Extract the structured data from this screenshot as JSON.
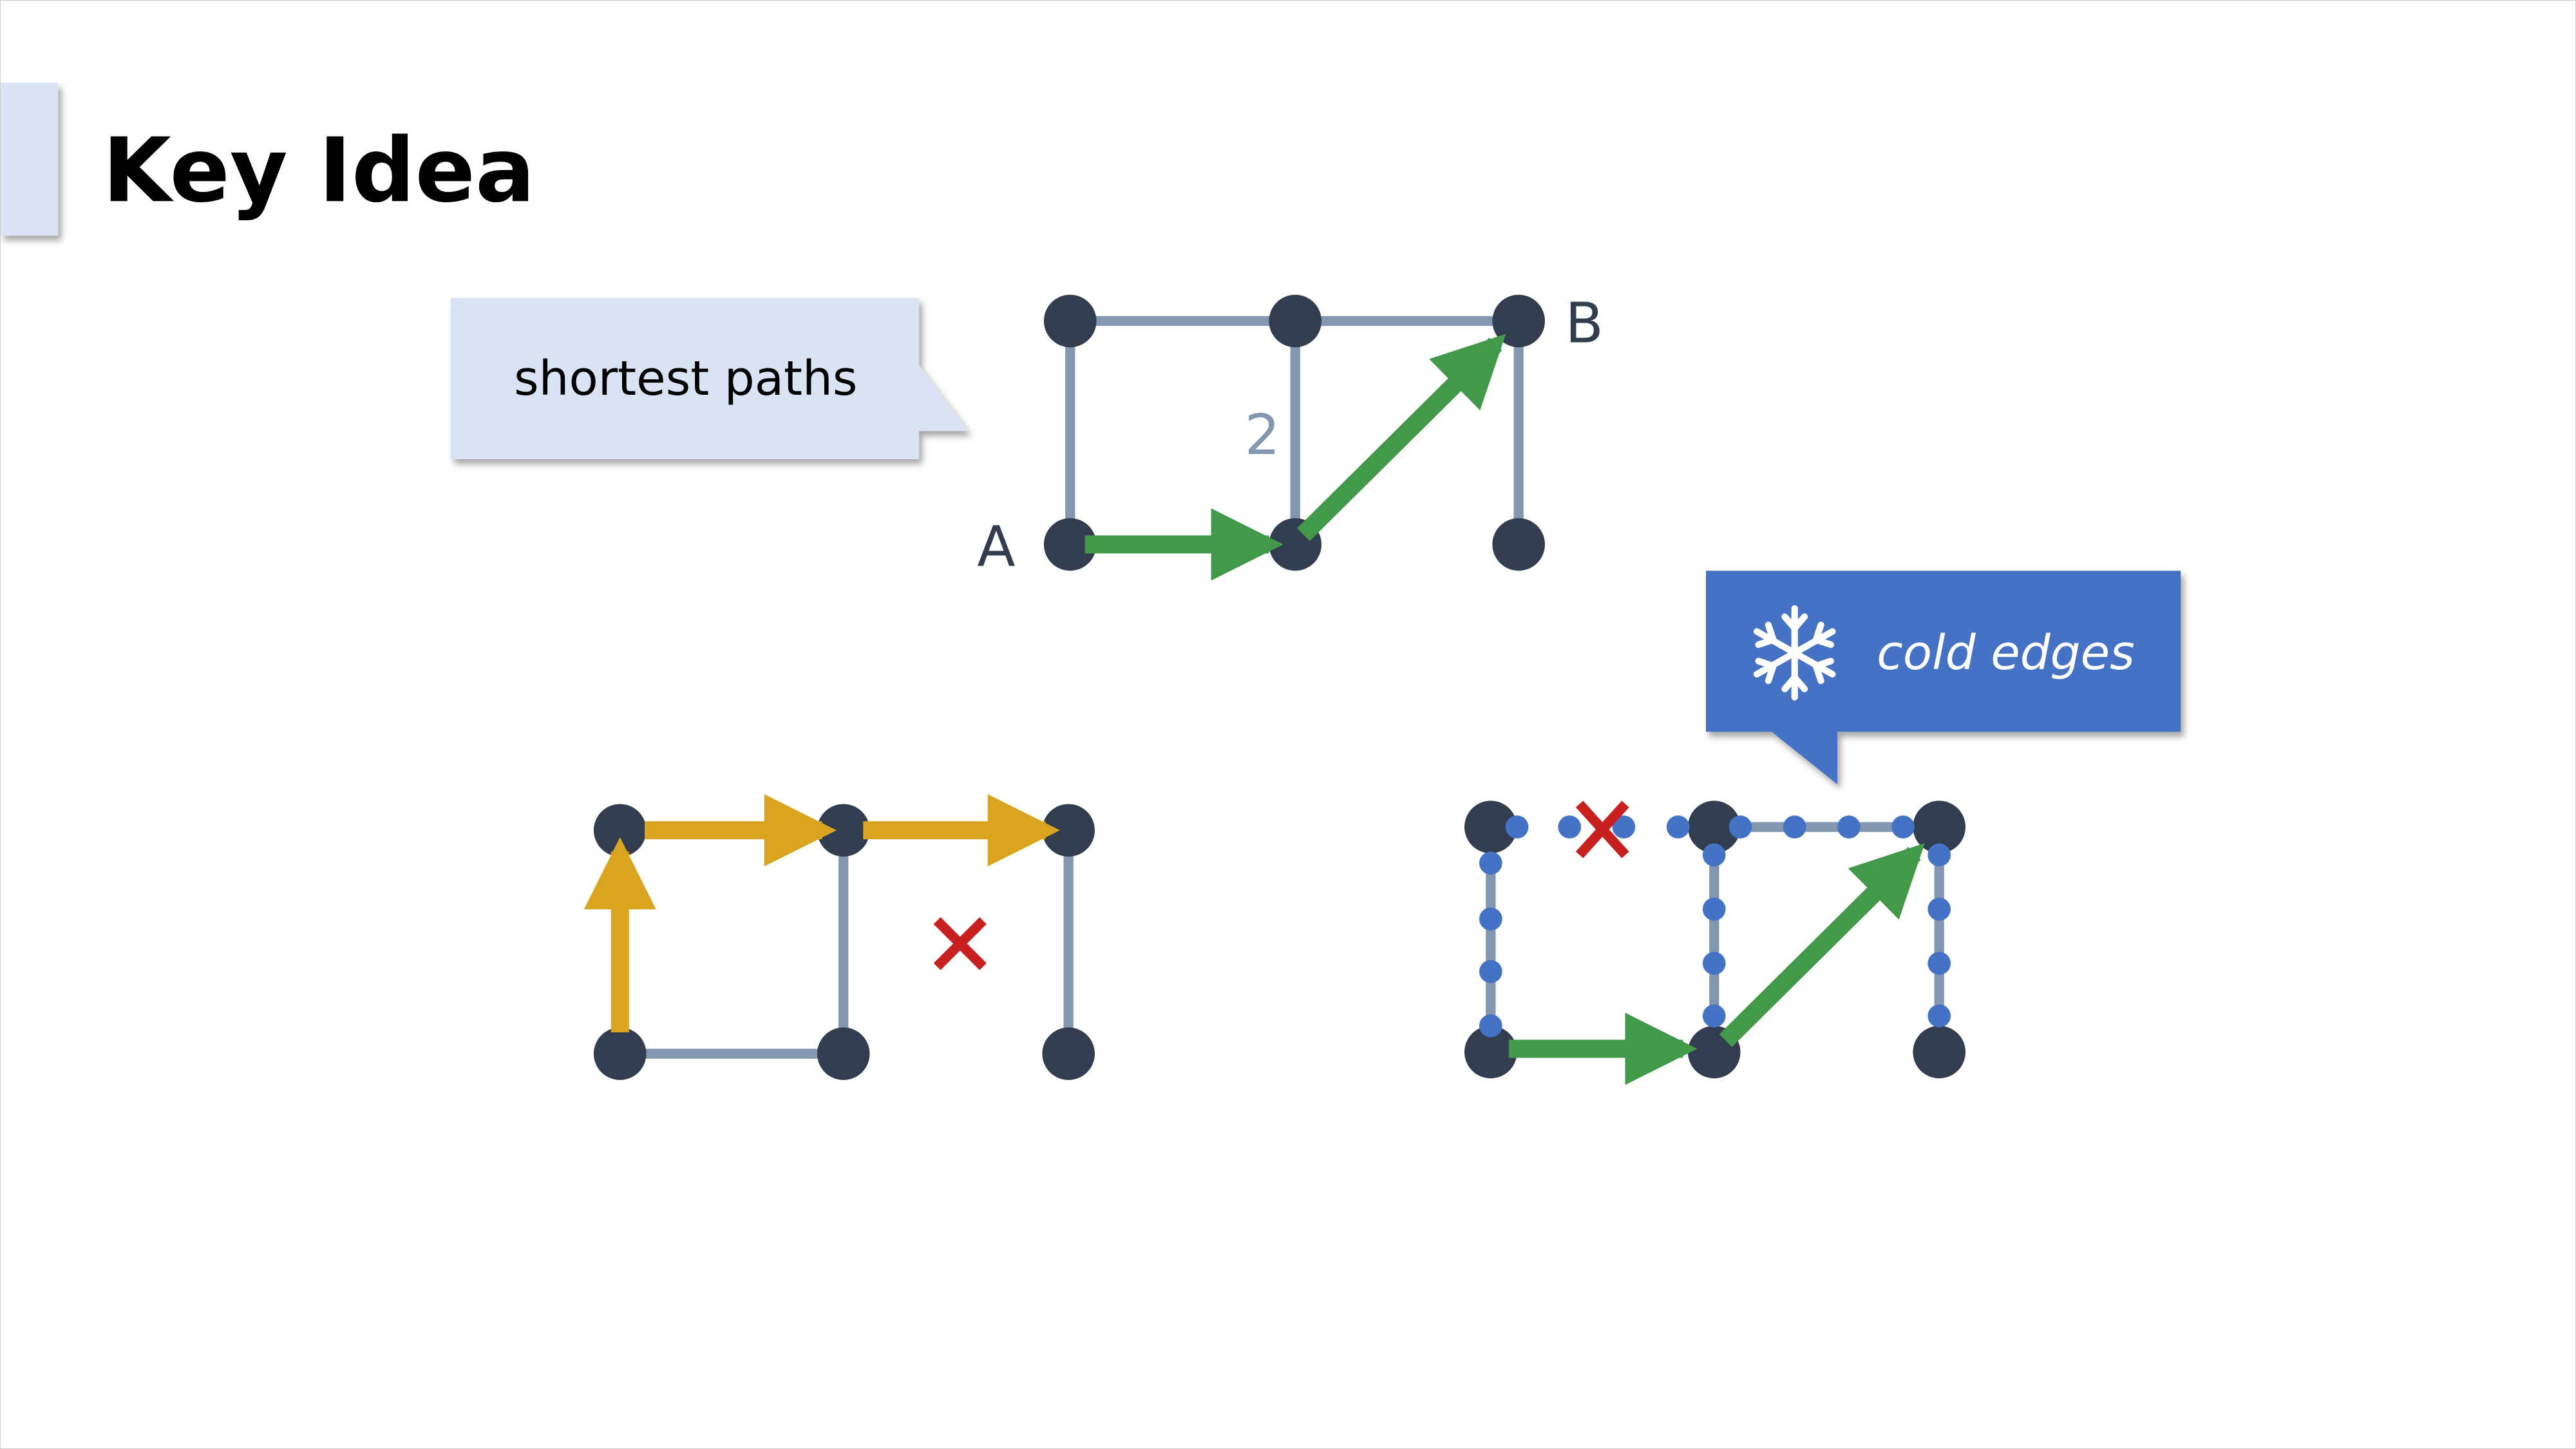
{
  "title": "Key Idea",
  "callouts": {
    "shortest_paths": "shortest paths",
    "cold_edges": "cold edges",
    "cold_icon": "snowflake-icon"
  },
  "graph_top": {
    "label_a": "A",
    "label_b": "B",
    "edge_weight": "2"
  },
  "colors": {
    "node": "#333d50",
    "edge": "#8497b0",
    "path_green": "#43994a",
    "path_yellow": "#d9a520",
    "cross_red": "#c82020",
    "cold_blue": "#4472c4",
    "callout_light": "#dae3f3"
  }
}
